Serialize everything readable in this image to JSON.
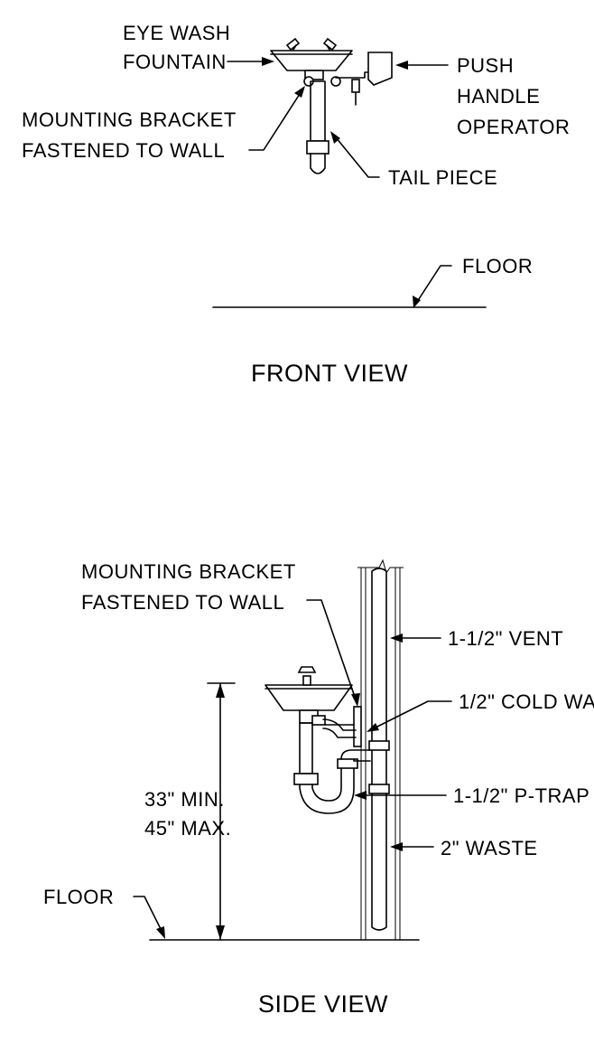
{
  "front_view": {
    "title": "FRONT VIEW",
    "label_eye_wash_1": "EYE WASH",
    "label_eye_wash_2": "FOUNTAIN",
    "label_push_1": "PUSH",
    "label_push_2": "HANDLE",
    "label_push_3": "OPERATOR",
    "label_bracket_1": "MOUNTING BRACKET",
    "label_bracket_2": "FASTENED TO WALL",
    "label_tail": "TAIL PIECE",
    "label_floor": "FLOOR"
  },
  "side_view": {
    "title": "SIDE VIEW",
    "label_bracket_1": "MOUNTING BRACKET",
    "label_bracket_2": "FASTENED TO WALL",
    "label_vent": "1-1/2\" VENT",
    "label_cold": "1/2\" COLD WA",
    "label_ptrap": "1-1/2\" P-TRAP",
    "label_waste": "2\" WASTE",
    "label_height_1": "33\" MIN.",
    "label_height_2": "45\" MAX.",
    "label_floor": "FLOOR"
  }
}
